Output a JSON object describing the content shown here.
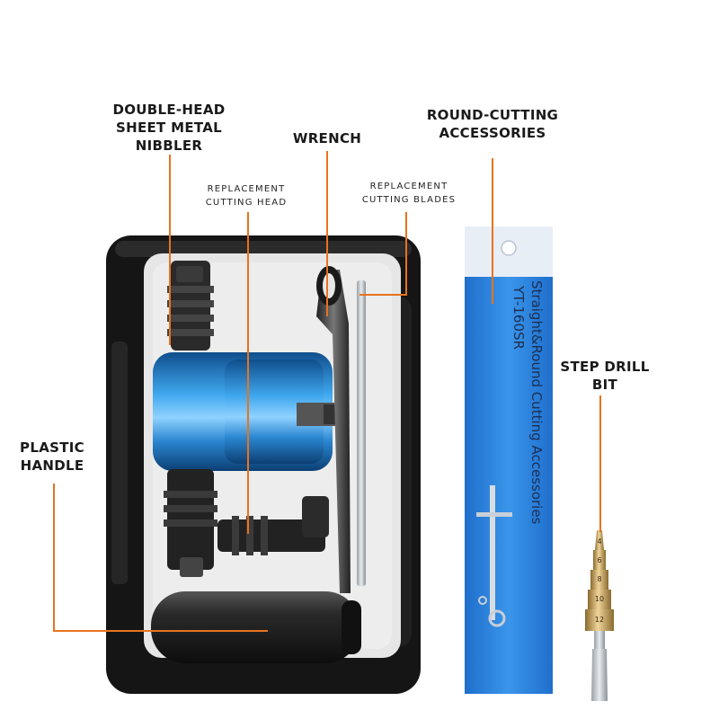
{
  "labels": {
    "nibbler": "DOUBLE-HEAD\nSHEET METAL\nNIBBLER",
    "replacement_head": "REPLACEMENT\nCUTTING  HEAD",
    "wrench": "WRENCH",
    "replacement_blades": "REPLACEMENT\nCUTTING  BLADES",
    "round_cutting": "ROUND-CUTTING\nACCESSORIES",
    "step_drill": "STEP DRILL\nBIT",
    "plastic_handle": "PLASTIC\nHANDLE"
  },
  "sleeve": {
    "line1": "Straight&Round Cutting Accessories",
    "line2": "YT-160SR"
  },
  "drill_bit_sizes": [
    "4",
    "6",
    "8",
    "10",
    "12"
  ],
  "colors": {
    "leader": "#e8731e",
    "case": "#1b1b1b",
    "foam": "#e9e9e9",
    "nibbler_blue": "#2e8fd6",
    "sleeve_blue": "#2b86de",
    "drill_gold": "#c9a35a"
  }
}
